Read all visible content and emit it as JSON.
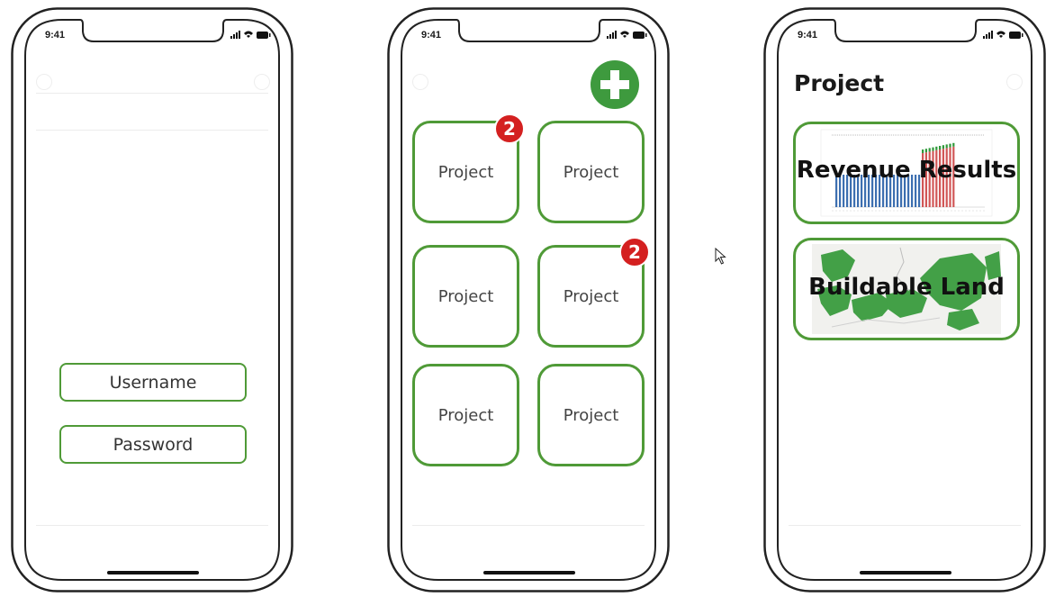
{
  "status": {
    "time": "9:41"
  },
  "login": {
    "username_placeholder": "Username",
    "password_placeholder": "Password"
  },
  "projects": {
    "tiles": [
      {
        "label": "Project",
        "badge": "2"
      },
      {
        "label": "Project",
        "badge": ""
      },
      {
        "label": "Project",
        "badge": ""
      },
      {
        "label": "Project",
        "badge": "2"
      },
      {
        "label": "Project",
        "badge": ""
      },
      {
        "label": "Project",
        "badge": ""
      }
    ],
    "add_icon": "plus-icon"
  },
  "project_detail": {
    "title": "Project",
    "cards": [
      {
        "label": "Revenue Results",
        "thumbnail": "bar-chart"
      },
      {
        "label": "Buildable Land",
        "thumbnail": "map"
      }
    ]
  },
  "colors": {
    "accent_green": "#4f9a37",
    "badge_red": "#d42020",
    "add_button_green": "#3e9a3e"
  }
}
